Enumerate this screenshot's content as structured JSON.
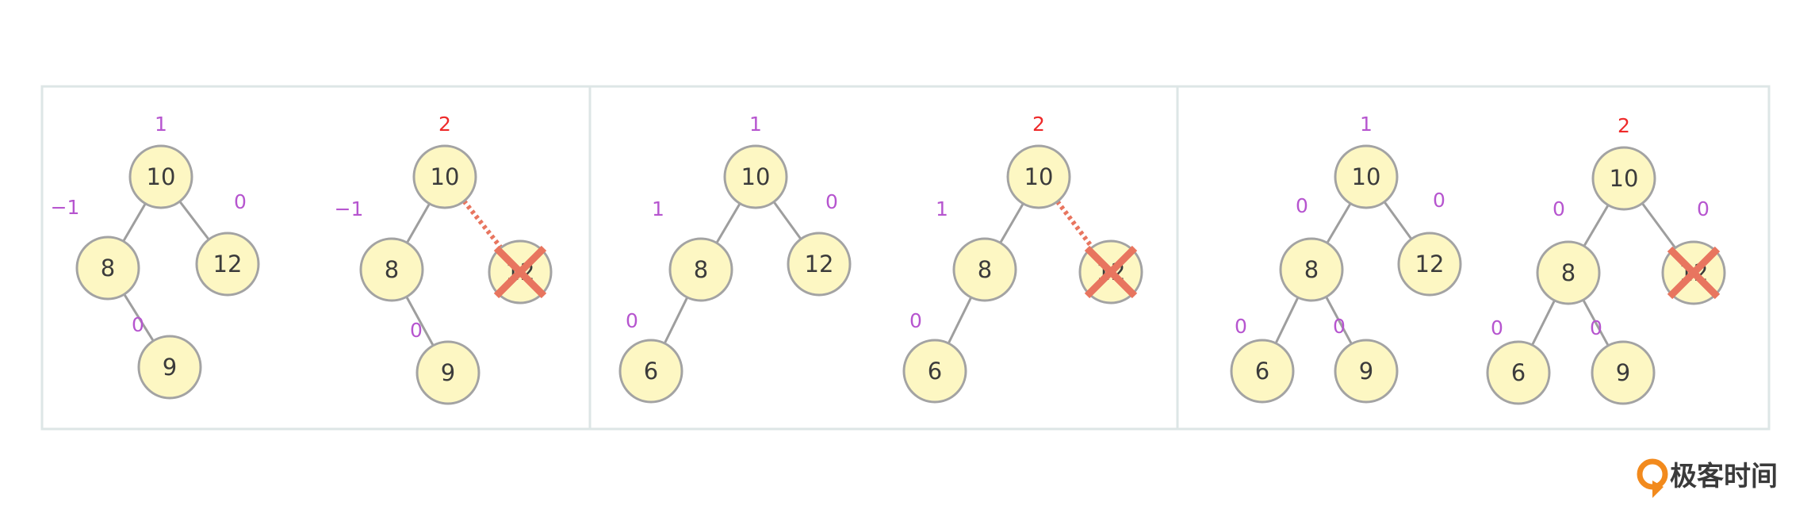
{
  "panels": [
    {
      "trees": [
        {
          "nodes": [
            {
              "id": "n10",
              "label": "10",
              "bf": "1",
              "bf_color": "normal"
            },
            {
              "id": "n8",
              "label": "8",
              "bf": "−1",
              "bf_color": "normal"
            },
            {
              "id": "n12",
              "label": "12",
              "bf": "0",
              "bf_color": "normal"
            },
            {
              "id": "n9",
              "label": "9",
              "bf": "0",
              "bf_color": "normal"
            }
          ],
          "edges": [
            [
              "n10",
              "n8",
              "solid"
            ],
            [
              "n10",
              "n12",
              "solid"
            ],
            [
              "n8",
              "n9",
              "solid"
            ]
          ]
        },
        {
          "nodes": [
            {
              "id": "n10",
              "label": "10",
              "bf": "2",
              "bf_color": "bad"
            },
            {
              "id": "n8",
              "label": "8",
              "bf": "−1",
              "bf_color": "normal"
            },
            {
              "id": "n12",
              "label": "12",
              "bf": "",
              "bf_color": "normal",
              "deleted": true
            },
            {
              "id": "n9",
              "label": "9",
              "bf": "0",
              "bf_color": "normal"
            }
          ],
          "edges": [
            [
              "n10",
              "n8",
              "solid"
            ],
            [
              "n10",
              "n12",
              "dashed"
            ],
            [
              "n8",
              "n9",
              "solid"
            ]
          ]
        }
      ]
    },
    {
      "trees": [
        {
          "nodes": [
            {
              "id": "n10",
              "label": "10",
              "bf": "1",
              "bf_color": "normal"
            },
            {
              "id": "n8",
              "label": "8",
              "bf": "1",
              "bf_color": "normal"
            },
            {
              "id": "n12",
              "label": "12",
              "bf": "0",
              "bf_color": "normal"
            },
            {
              "id": "n6",
              "label": "6",
              "bf": "0",
              "bf_color": "normal"
            }
          ],
          "edges": [
            [
              "n10",
              "n8",
              "solid"
            ],
            [
              "n10",
              "n12",
              "solid"
            ],
            [
              "n8",
              "n6",
              "solid"
            ]
          ]
        },
        {
          "nodes": [
            {
              "id": "n10",
              "label": "10",
              "bf": "2",
              "bf_color": "bad"
            },
            {
              "id": "n8",
              "label": "8",
              "bf": "1",
              "bf_color": "normal"
            },
            {
              "id": "n12",
              "label": "12",
              "bf": "",
              "bf_color": "normal",
              "deleted": true
            },
            {
              "id": "n6",
              "label": "6",
              "bf": "0",
              "bf_color": "normal"
            }
          ],
          "edges": [
            [
              "n10",
              "n8",
              "solid"
            ],
            [
              "n10",
              "n12",
              "dashed"
            ],
            [
              "n8",
              "n6",
              "solid"
            ]
          ]
        }
      ]
    },
    {
      "trees": [
        {
          "nodes": [
            {
              "id": "n10",
              "label": "10",
              "bf": "1",
              "bf_color": "normal"
            },
            {
              "id": "n8",
              "label": "8",
              "bf": "0",
              "bf_color": "normal"
            },
            {
              "id": "n12",
              "label": "12",
              "bf": "0",
              "bf_color": "normal"
            },
            {
              "id": "n6",
              "label": "6",
              "bf": "0",
              "bf_color": "normal"
            },
            {
              "id": "n9",
              "label": "9",
              "bf": "0",
              "bf_color": "normal"
            }
          ],
          "edges": [
            [
              "n10",
              "n8",
              "solid"
            ],
            [
              "n10",
              "n12",
              "solid"
            ],
            [
              "n8",
              "n6",
              "solid"
            ],
            [
              "n8",
              "n9",
              "solid"
            ]
          ]
        },
        {
          "nodes": [
            {
              "id": "n10",
              "label": "10",
              "bf": "2",
              "bf_color": "bad"
            },
            {
              "id": "n8",
              "label": "8",
              "bf": "0",
              "bf_color": "normal"
            },
            {
              "id": "n12",
              "label": "12",
              "bf": "0",
              "bf_color": "normal",
              "deleted": true
            },
            {
              "id": "n6",
              "label": "6",
              "bf": "0",
              "bf_color": "normal"
            },
            {
              "id": "n9",
              "label": "9",
              "bf": "0",
              "bf_color": "normal"
            }
          ],
          "edges": [
            [
              "n10",
              "n8",
              "solid"
            ],
            [
              "n10",
              "n12",
              "solid"
            ],
            [
              "n8",
              "n6",
              "solid"
            ],
            [
              "n8",
              "n9",
              "solid"
            ]
          ]
        }
      ]
    }
  ],
  "brand": {
    "name": "极客时间",
    "icon": "geektime-logo-icon"
  },
  "colors": {
    "node_fill": "#fdf7c3",
    "node_stroke": "#a3a3a3",
    "edge": "#9e9e9e",
    "bf_normal": "#b655cf",
    "bf_bad": "#ee2a2a",
    "delete_mark": "#e8755f",
    "dashed_edge": "#e8755f",
    "panel_border": "#dde6e6",
    "brand_orange": "#f28a1d"
  }
}
